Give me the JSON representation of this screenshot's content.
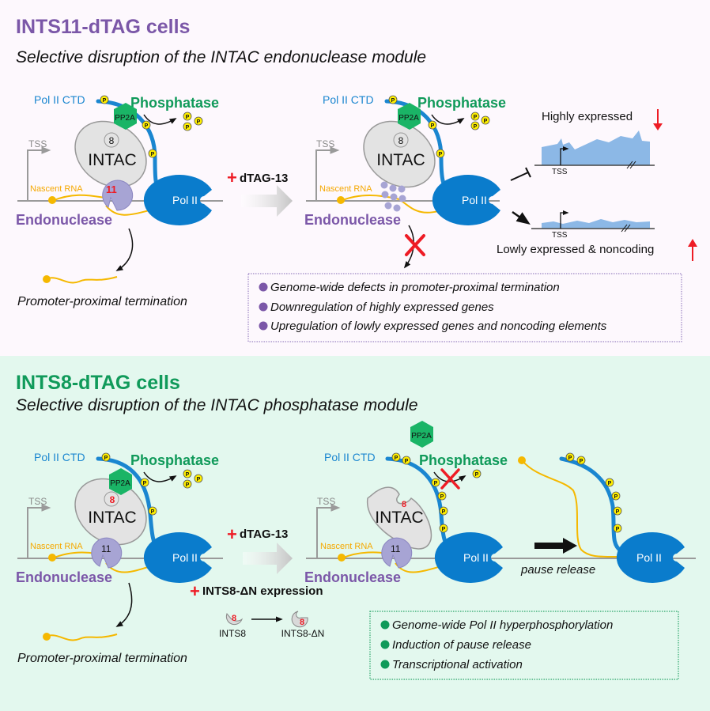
{
  "colors": {
    "top_bg": "#fdf8fd",
    "bottom_bg": "#e3f8ee",
    "purple": "#7b57a8",
    "green": "#109a5a",
    "polii_blue": "#0a7ccc",
    "ctd_blue": "#1a86d0",
    "rna_yellow": "#f5b800",
    "pp2a_green": "#1ab466",
    "intac_gray": "#e3e3e3",
    "endo_purple": "#a7a4d4",
    "red": "#ee1c25",
    "signal_blue": "#8cb8e6",
    "phospho_yellow": "#ffef00"
  },
  "top_panel": {
    "title": "INTS11-dTAG cells",
    "subtitle": "Selective disruption of the INTAC endonuclease module",
    "left": {
      "ctd_label": "Pol II CTD",
      "phosphatase_label": "Phosphatase",
      "pp2a_label": "PP2A",
      "ints8_label": "8",
      "intac_label": "INTAC",
      "tss_label": "TSS",
      "nascent_rna_label": "Nascent RNA",
      "ints11_label": "11",
      "polii_label": "Pol II",
      "endonuclease_label": "Endonuclease",
      "outcome_label": "Promoter-proximal termination",
      "phospho_label": "P"
    },
    "treatment": "dTAG-13",
    "right": {
      "ctd_label": "Pol II CTD",
      "phosphatase_label": "Phosphatase",
      "pp2a_label": "PP2A",
      "ints8_label": "8",
      "intac_label": "INTAC",
      "tss_label": "TSS",
      "nascent_rna_label": "Nascent RNA",
      "polii_label": "Pol II",
      "endonuclease_label": "Endonuclease",
      "phospho_label": "P"
    },
    "tracks": {
      "high_label": "Highly expressed",
      "low_label": "Lowly expressed & noncoding",
      "tss_label": "TSS"
    },
    "summary": [
      "Genome-wide defects in promoter-proximal termination",
      "Downregulation of highly expressed genes",
      "Upregulation of lowly expressed genes and noncoding elements"
    ]
  },
  "bottom_panel": {
    "title": "INTS8-dTAG cells",
    "subtitle": "Selective disruption of the INTAC phosphatase module",
    "left": {
      "ctd_label": "Pol II CTD",
      "phosphatase_label": "Phosphatase",
      "pp2a_label": "PP2A",
      "ints8_label": "8",
      "intac_label": "INTAC",
      "tss_label": "TSS",
      "nascent_rna_label": "Nascent RNA",
      "ints11_label": "11",
      "polii_label": "Pol II",
      "endonuclease_label": "Endonuclease",
      "outcome_label": "Promoter-proximal termination",
      "phospho_label": "P"
    },
    "treatment": "dTAG-13",
    "treatment2": "INTS8-ΔN expression",
    "ints8_wt_label": "INTS8",
    "ints8_dn_label": "INTS8-ΔN",
    "ints8_mini_label": "8",
    "right": {
      "ctd_label": "Pol II CTD",
      "phosphatase_label": "Phosphatase",
      "pp2a_label": "PP2A",
      "ints8_label": "8",
      "intac_label": "INTAC",
      "tss_label": "TSS",
      "nascent_rna_label": "Nascent RNA",
      "ints11_label": "11",
      "polii_label": "Pol II",
      "endonuclease_label": "Endonuclease",
      "pause_release_label": "pause release",
      "released_polii_label": "Pol II",
      "phospho_label": "P"
    },
    "summary": [
      "Genome-wide Pol II hyperphosphorylation",
      "Induction of pause release",
      "Transcriptional activation"
    ]
  }
}
